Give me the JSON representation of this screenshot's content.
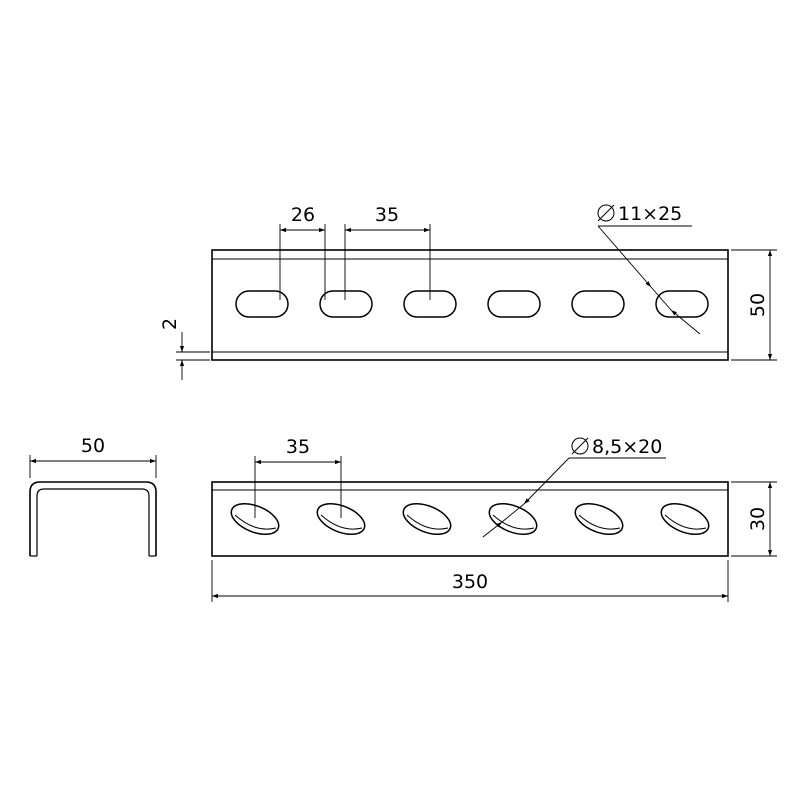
{
  "top_view": {
    "slot_pitch_label": "35",
    "edge_offset_label": "26",
    "slot_size_label": "11×25",
    "height_label": "50",
    "thickness_label": "2",
    "slot_count": 6
  },
  "side_view": {
    "slot_pitch_label": "35",
    "slot_size_label": "8,5×20",
    "height_label": "30",
    "length_label": "350",
    "slot_count": 6
  },
  "profile_view": {
    "width_label": "50"
  },
  "diameter_symbol": "⌀"
}
